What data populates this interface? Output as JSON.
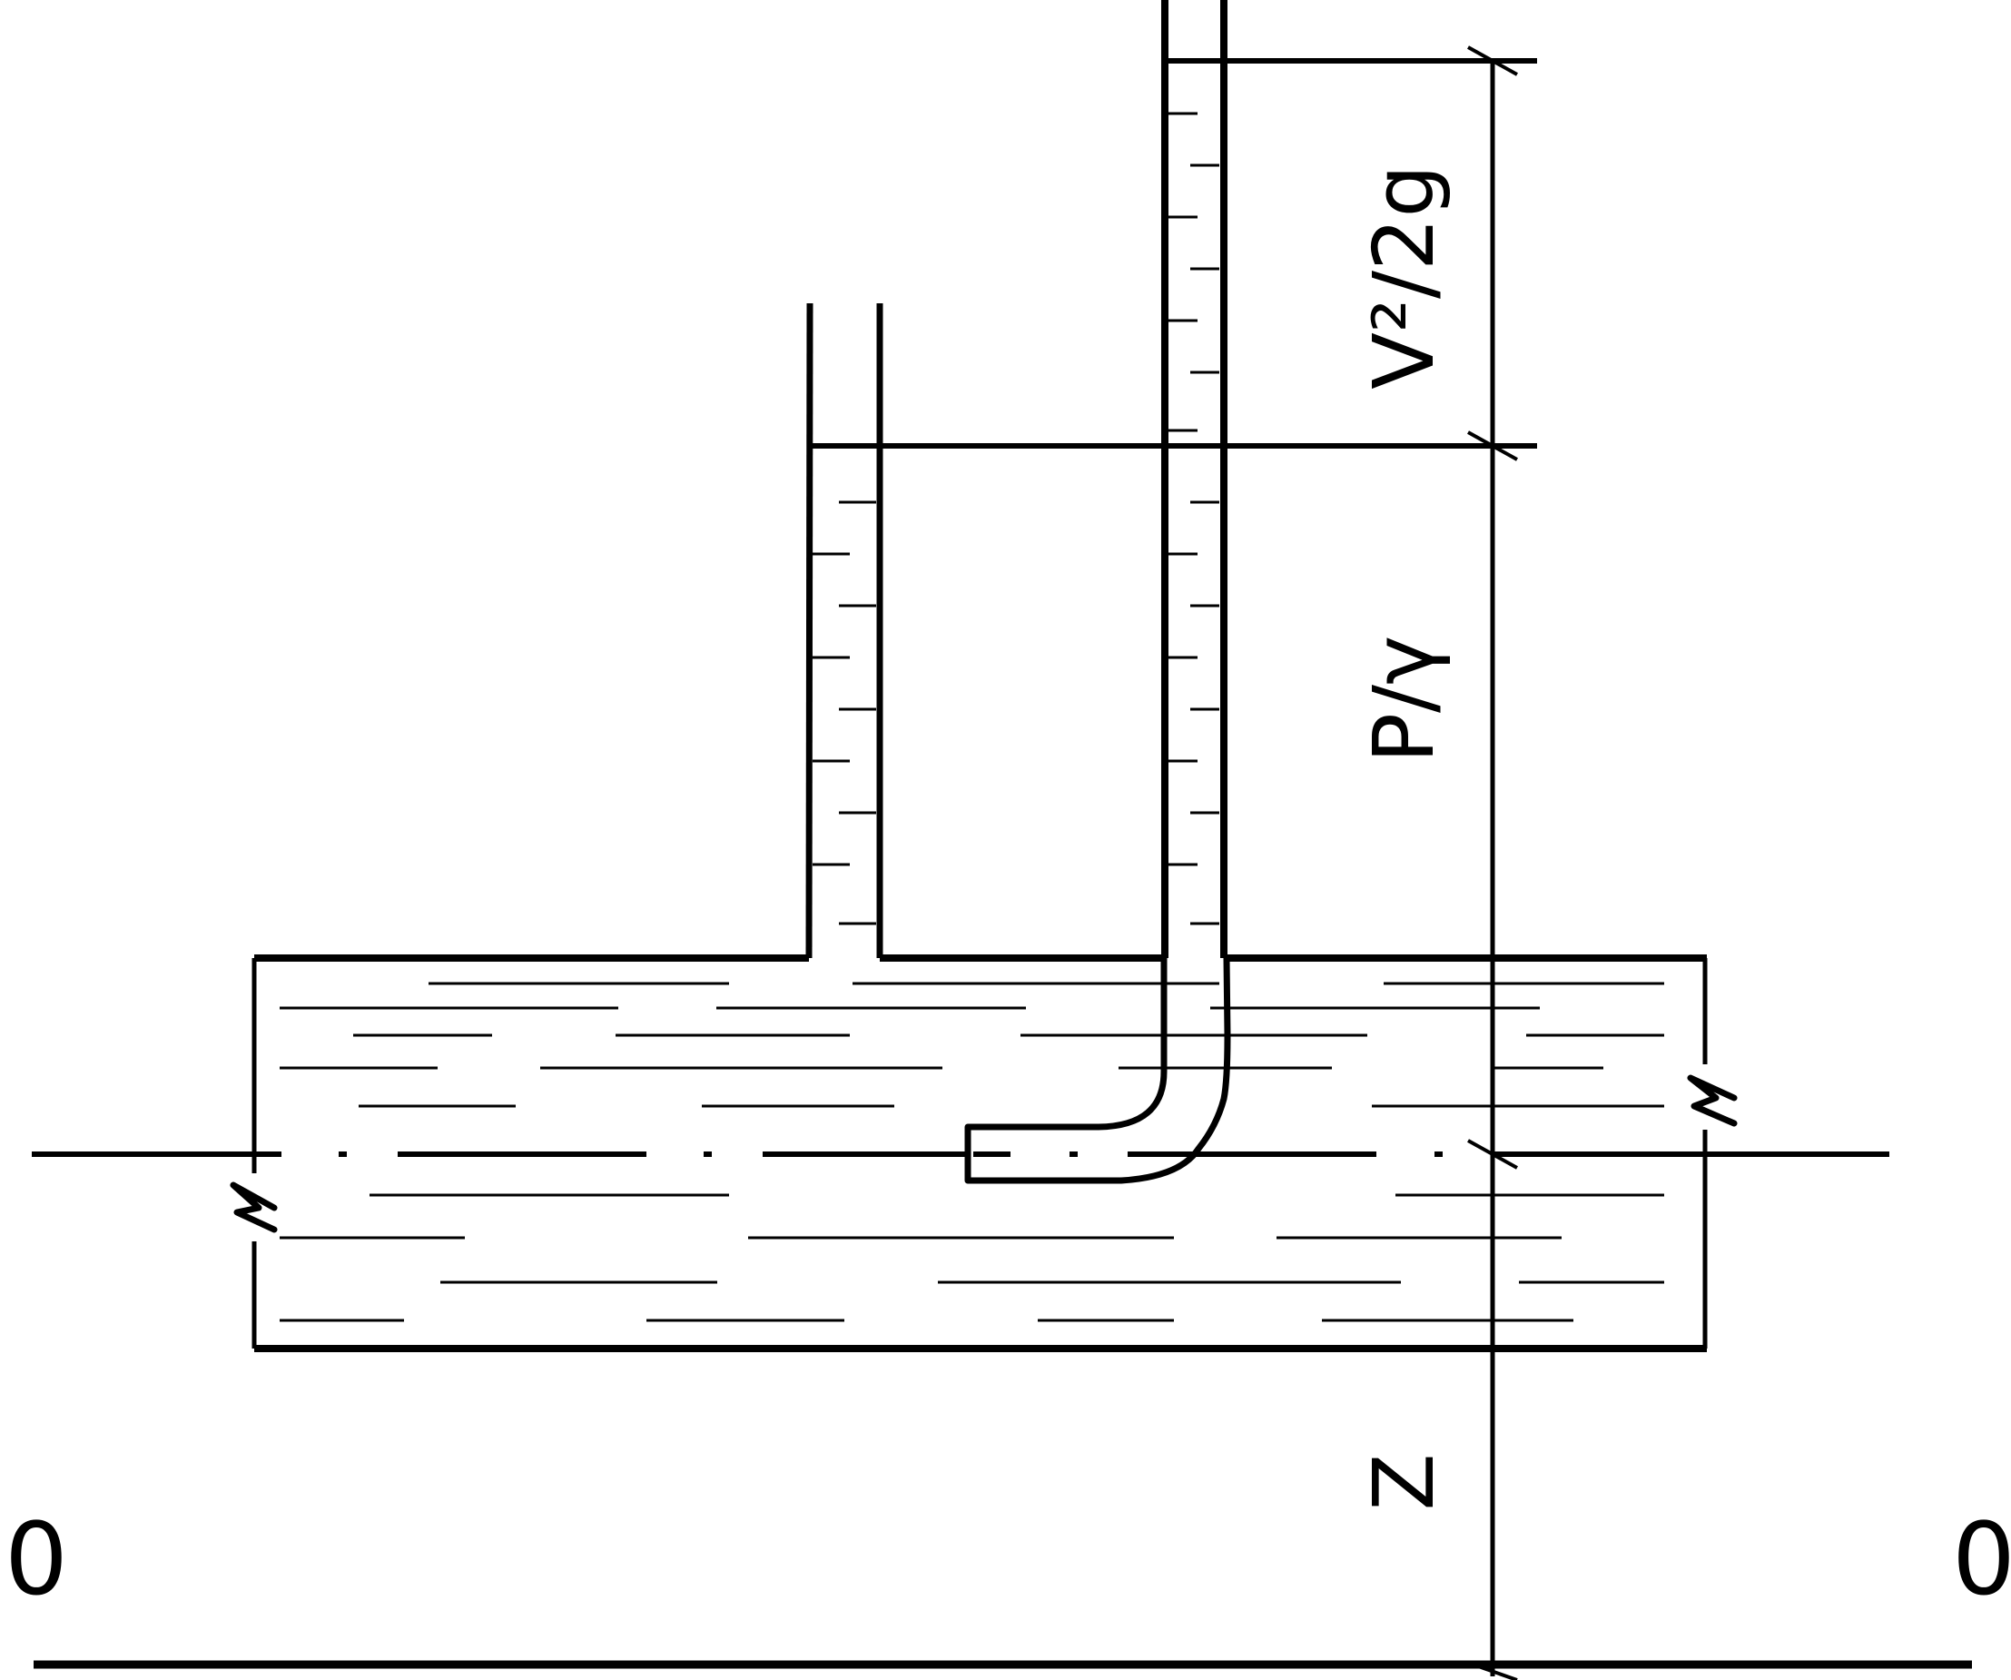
{
  "labels": {
    "velocity_head": "V²/2g",
    "pressure_head": "P/γ",
    "elevation_head": "Z",
    "datum_left": "0",
    "datum_right": "0"
  },
  "style": {
    "ink_color": "#000000",
    "background_color": "#ffffff"
  }
}
